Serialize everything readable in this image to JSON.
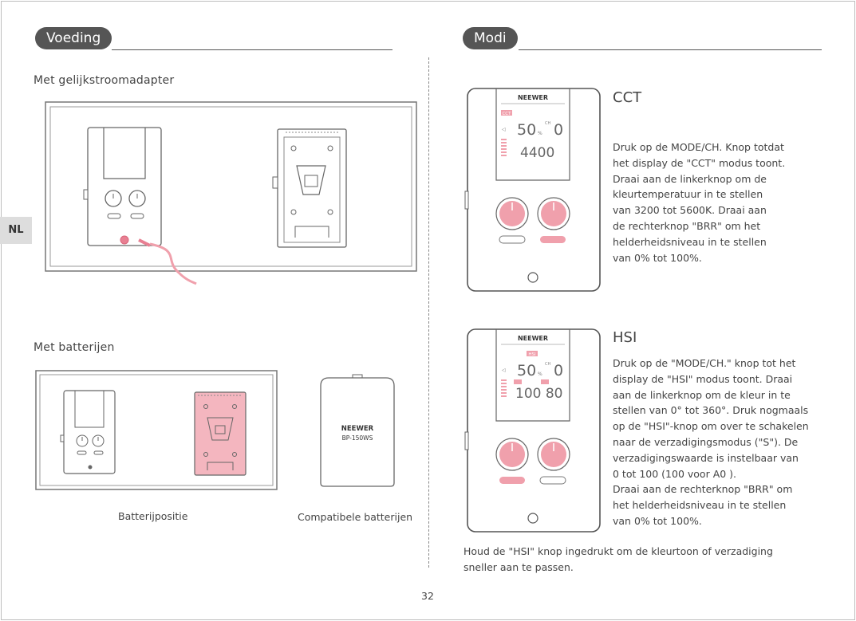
{
  "page": {
    "number": "32",
    "side_tab": "NL"
  },
  "left": {
    "section_title": "Voeding",
    "dc_label": "Met gelijkstroomadapter",
    "battery_label": "Met batterijen",
    "caption_position": "Batterijpositie",
    "caption_compatible": "Compatibele batterijen",
    "battery_brand": "NEEWER",
    "battery_model": "BP-150WS"
  },
  "right": {
    "section_title": "Modi",
    "device_brand": "NEEWER",
    "cct": {
      "title": "CCT",
      "lcd_mode": "CCT",
      "lcd_brightness": "50",
      "lcd_channel": "0",
      "lcd_value": "4400",
      "lines": [
        "Druk op de MODE/CH. Knop totdat",
        "het display de \"CCT\" modus toont.",
        "Draai aan de linkerknop om de",
        "kleurtemperatuur in te stellen",
        "van 3200 tot 5600K. Draai aan",
        "de rechterknop \"BRR\" om het",
        "helderheidsniveau in te stellen",
        "van 0% tot 100%."
      ]
    },
    "hsi": {
      "title": "HSI",
      "lcd_mode": "HSI",
      "lcd_brightness": "50",
      "lcd_channel": "0",
      "lcd_value": "100 80",
      "lines": [
        "Druk op de \"MODE/CH.\" knop tot het",
        "display de \"HSI\" modus toont. Draai",
        "aan de linkerknop om de kleur in te",
        "stellen van 0° tot 360°. Druk nogmaals",
        "op de \"HSI\"-knop om over te schakelen",
        "naar de verzadigingsmodus (\"S\"). De",
        "verzadigingswaarde is instelbaar van",
        "0 tot 100 (100 voor A0 ).",
        "Draai aan de rechterknop \"BRR\" om",
        "het helderheidsniveau in te stellen",
        "van 0% tot 100%."
      ]
    },
    "footer_lines": [
      "Houd de \"HSI\" knop ingedrukt om de kleurtoon of verzadiging",
      "sneller aan te passen."
    ]
  },
  "colors": {
    "accent_pink": "#f0a0ac",
    "pill_bg": "#555555",
    "line": "#555555"
  }
}
